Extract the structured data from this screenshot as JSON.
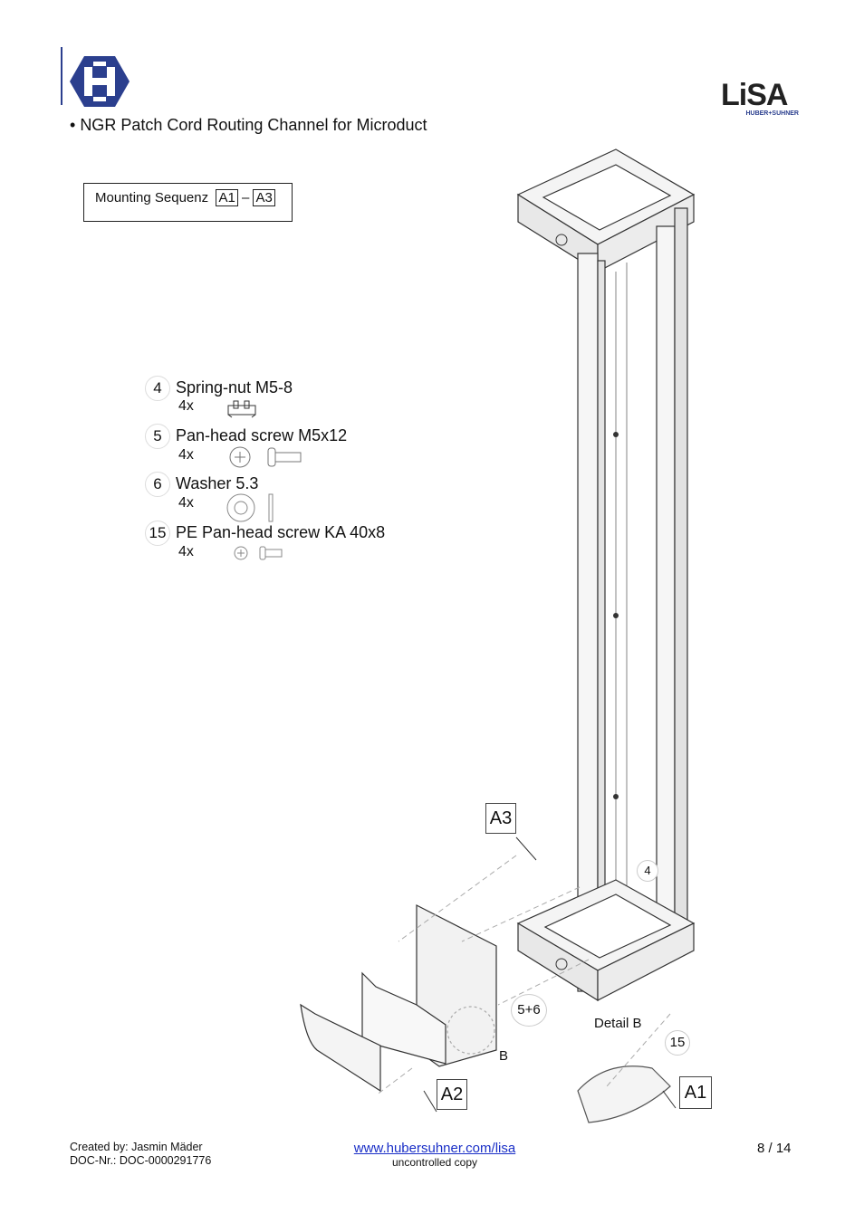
{
  "header": {
    "title": "NGR Patch Cord Routing Channel for Microduct",
    "brand_logo_icon": "huber-suhner-h-icon",
    "lisa_logo": "LiSA",
    "lisa_sub": "HUBER+SUHNER",
    "brand_color": "#2b3f8e"
  },
  "sequence": {
    "label": "Mounting Sequenz",
    "from": "A1",
    "separator": "–",
    "to": "A3"
  },
  "parts": [
    {
      "num": "4",
      "name": "Spring-nut M5-8",
      "qty": "4x"
    },
    {
      "num": "5",
      "name": "Pan-head screw M5x12",
      "qty": "4x"
    },
    {
      "num": "6",
      "name": "Washer 5.3",
      "qty": "4x"
    },
    {
      "num": "15",
      "name": "PE Pan-head screw KA 40x8",
      "qty": "4x"
    }
  ],
  "drawing_labels": {
    "a3": "A3",
    "a2": "A2",
    "a1": "A1",
    "callout_4": "4",
    "callout_56": "5+6",
    "callout_15": "15",
    "b": "B",
    "detail_b": "Detail B"
  },
  "footer": {
    "created_by": "Created by: Jasmin Mäder",
    "doc_nr": "DOC-Nr.: DOC-0000291776",
    "url": "www.hubersuhner.com/lisa",
    "copy_note": "uncontrolled copy",
    "page": "8 / 14"
  }
}
